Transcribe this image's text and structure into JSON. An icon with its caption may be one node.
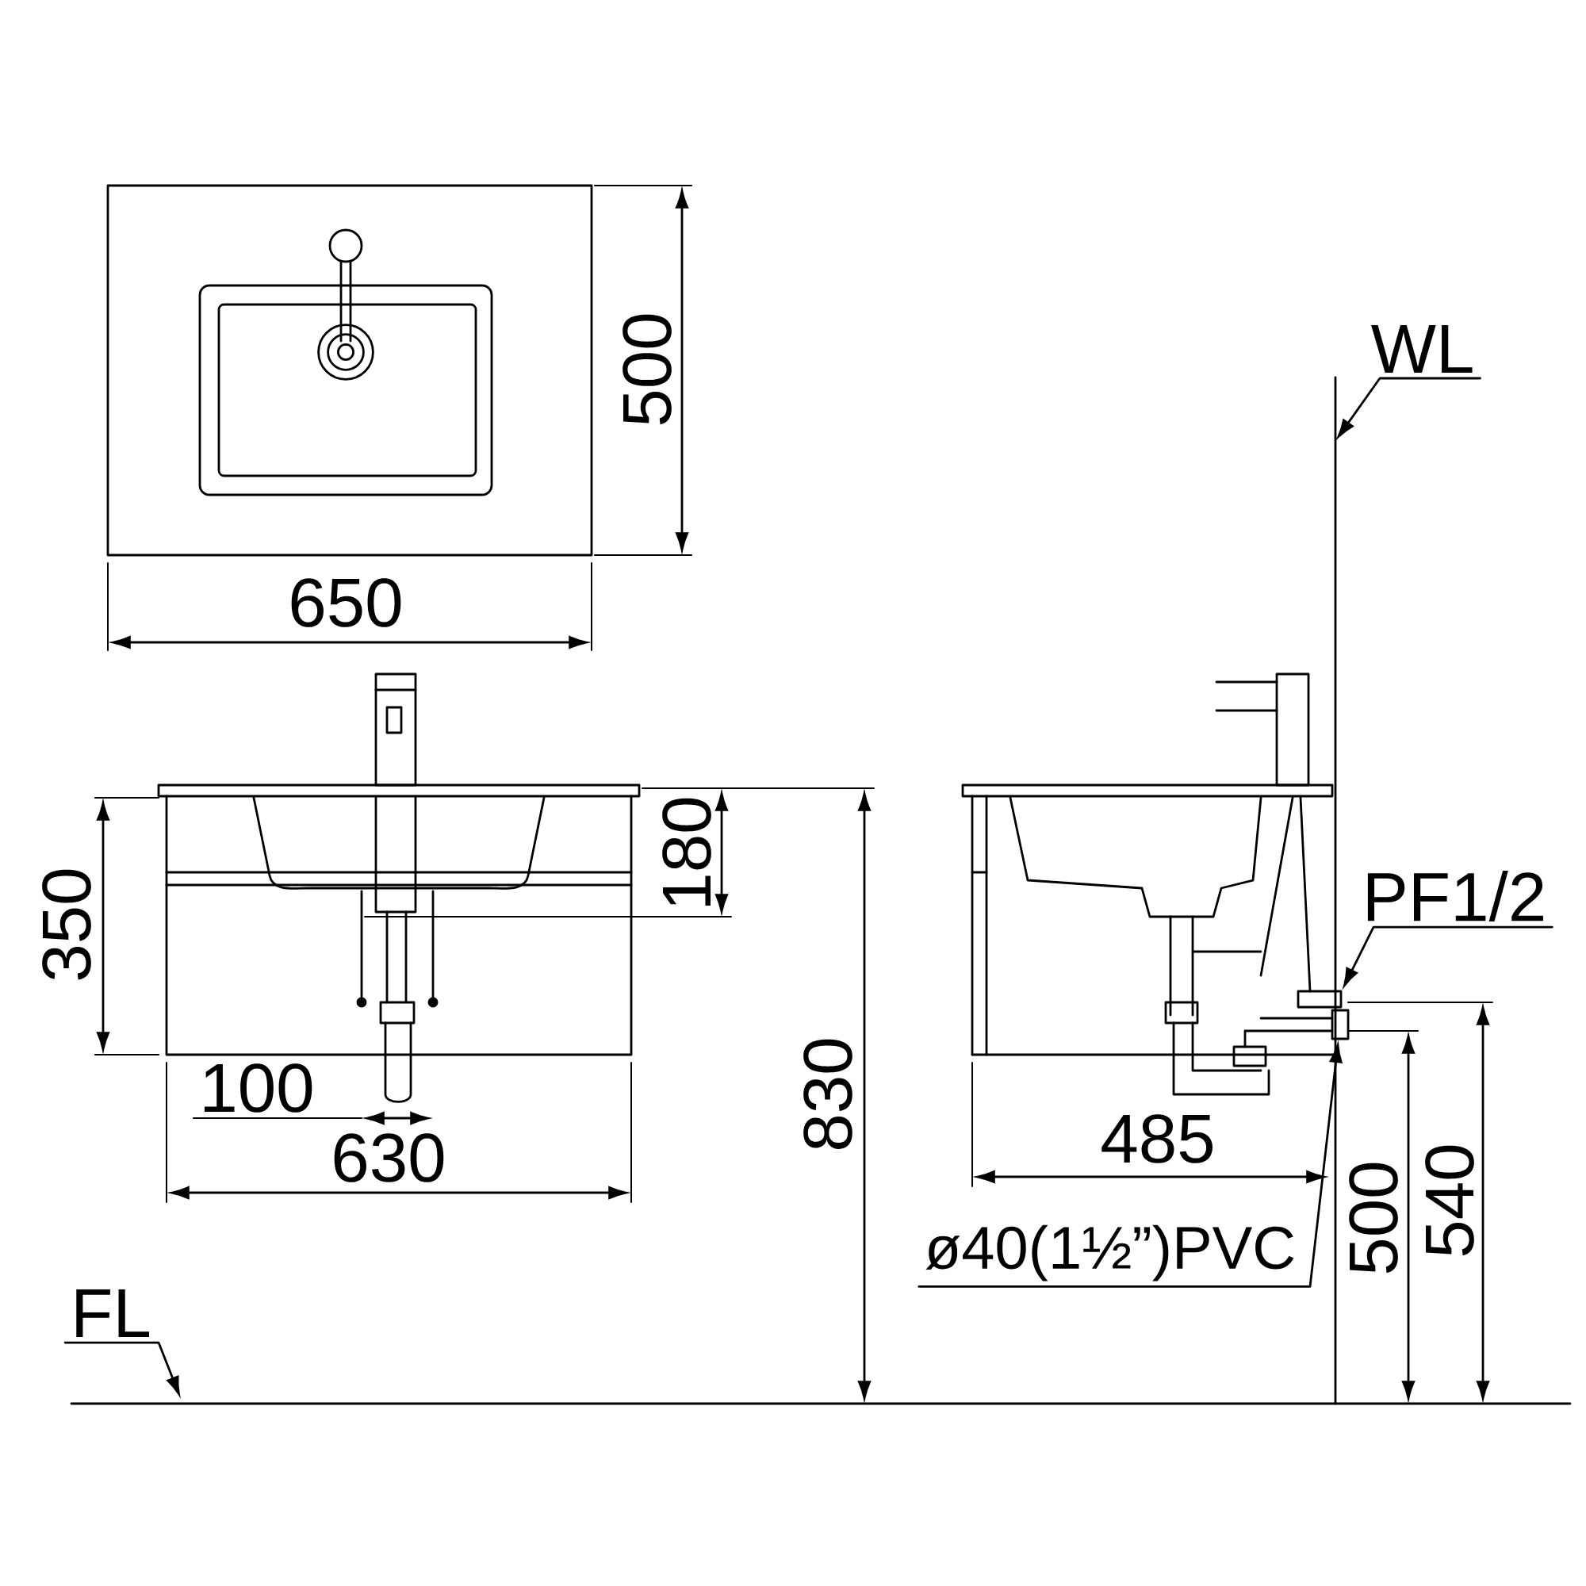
{
  "diagram": {
    "nodes": [
      {
        "text": [
          "WL"
        ]
      },
      {
        "text": [
          "PF1/2"
        ]
      },
      {
        "text": [
          "ø40(1½”)PVC"
        ]
      },
      {
        "text": [
          "FL"
        ]
      },
      {
        "text": [],
        "shape": "box"
      },
      {
        "text": [],
        "shape": "box"
      }
    ],
    "edges": [
      {
        "from": 0,
        "to": null,
        "arrow": "to"
      },
      {
        "from": 1,
        "to": 4,
        "arrow": "to"
      },
      {
        "from": 2,
        "to": 5,
        "arrow": "to"
      },
      {
        "from": 3,
        "to": null,
        "arrow": "to"
      }
    ],
    "labels": [
      "500",
      "650",
      "350",
      "180",
      "830",
      "100",
      "630",
      "485",
      "500",
      "540"
    ]
  }
}
